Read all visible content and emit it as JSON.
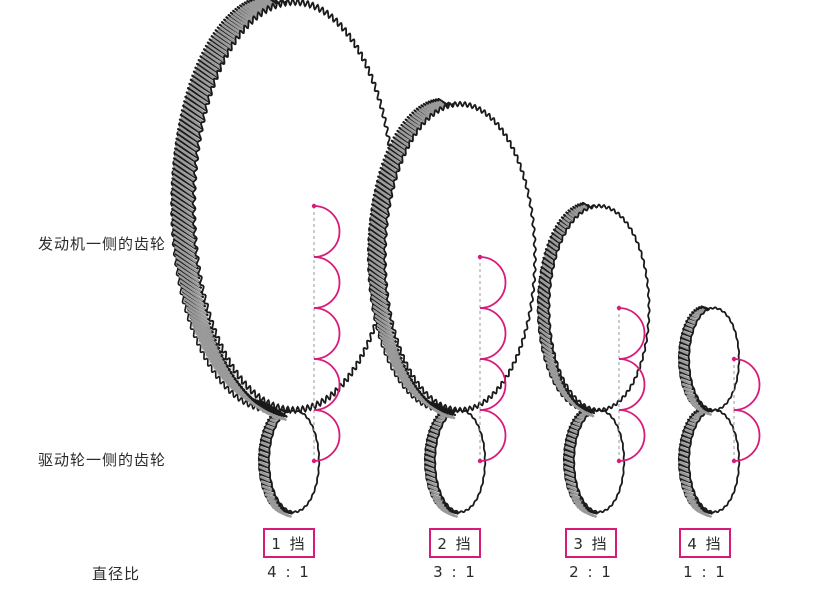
{
  "labels": {
    "engine_side": "发动机一侧的齿轮",
    "wheel_side": "驱动轮一侧的齿轮",
    "diameter_ratio": "直径比"
  },
  "gears": [
    {
      "gear_label": "1 挡",
      "ratio": "4 : 1",
      "ratio_value": 4
    },
    {
      "gear_label": "2 挡",
      "ratio": "3 : 1",
      "ratio_value": 3
    },
    {
      "gear_label": "3 挡",
      "ratio": "2 : 1",
      "ratio_value": 2
    },
    {
      "gear_label": "4 挡",
      "ratio": "1 : 1",
      "ratio_value": 1
    }
  ],
  "colors": {
    "accent": "#d81b7b",
    "outline": "#1a1a1a",
    "tooth_shade": "#9a9a9a"
  }
}
